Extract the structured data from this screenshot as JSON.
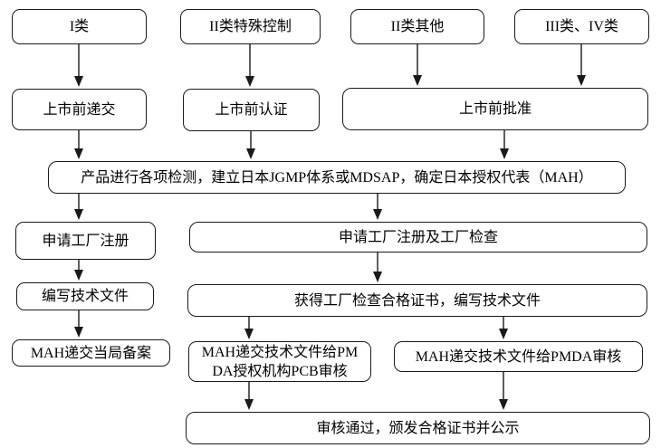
{
  "diagram": {
    "colors": {
      "box_border": "#1a1a1a",
      "box_background": "#ffffff",
      "text": "#000000",
      "arrow": "#1a1a1a"
    },
    "nodes": {
      "class_i": {
        "label": "I类"
      },
      "class_ii_special": {
        "label": "II类特殊控制"
      },
      "class_ii_other": {
        "label": "II类其他"
      },
      "class_iii_iv": {
        "label": "III类、IV类"
      },
      "premarket_submission": {
        "label": "上市前递交"
      },
      "premarket_certification": {
        "label": "上市前认证"
      },
      "premarket_approval": {
        "label": "上市前批准"
      },
      "testing_mah": {
        "label": "产品进行各项检测，建立日本JGMP体系或MDSAP，确定日本授权代表（MAH）"
      },
      "apply_factory_registration": {
        "label": "申请工厂注册"
      },
      "apply_factory_registration_inspection": {
        "label": "申请工厂注册及工厂检查"
      },
      "write_tech_docs": {
        "label": "编写技术文件"
      },
      "obtain_inspection_certificate": {
        "label": "获得工厂检查合格证书，编写技术文件"
      },
      "mah_authority_filing": {
        "label": "MAH递交当局备案"
      },
      "pcb_review": {
        "label": "MAH递交技术文件给PM\nDA授权机构PCB审核"
      },
      "pmda_review": {
        "label": "MAH递交技术文件给PMDA审核"
      },
      "approval_announcement": {
        "label": "审核通过，颁发合格证书并公示"
      }
    }
  }
}
